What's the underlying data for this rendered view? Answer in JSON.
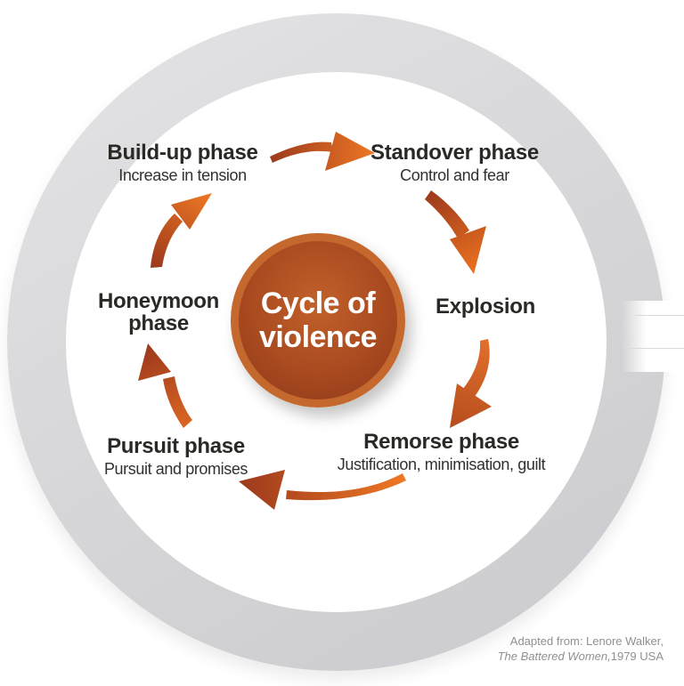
{
  "diagram": {
    "name": "Cycle of violence",
    "center": {
      "line1": "Cycle of",
      "line2": "violence"
    },
    "phases": [
      {
        "title": "Build-up phase",
        "subtitle": "Increase in tension"
      },
      {
        "title": "Standover phase",
        "subtitle": "Control and fear"
      },
      {
        "title": "Explosion",
        "subtitle": ""
      },
      {
        "title": "Remorse phase",
        "subtitle": "Justification, minimisation, guilt"
      },
      {
        "title": "Pursuit phase",
        "subtitle": "Pursuit and promises"
      },
      {
        "title": "Honeymoon phase",
        "title_line1": "Honeymoon",
        "title_line2": "phase",
        "subtitle": ""
      }
    ],
    "arrows": [
      {
        "from": "Build-up phase",
        "to": "Standover phase"
      },
      {
        "from": "Standover phase",
        "to": "Explosion"
      },
      {
        "from": "Explosion",
        "to": "Remorse phase"
      },
      {
        "from": "Remorse phase",
        "to": "Pursuit phase"
      },
      {
        "from": "Pursuit phase",
        "to": "Honeymoon phase"
      },
      {
        "from": "Honeymoon phase",
        "to": "Build-up phase"
      }
    ],
    "attribution": {
      "line1": "Adapted from: Lenore Walker,",
      "line2_italic": "The Battered Women,",
      "line2_plain": "1979 USA"
    },
    "colors": {
      "arrow_dark": "#9c3a1d",
      "arrow_bright": "#ee7724",
      "center_border": "#c4682e",
      "center_fill_light": "#c2612a",
      "center_fill_dark": "#8d3919",
      "ring_gray": "#d8d8da",
      "text_dark": "#2b2926",
      "attribution_gray": "#8f9093"
    }
  }
}
